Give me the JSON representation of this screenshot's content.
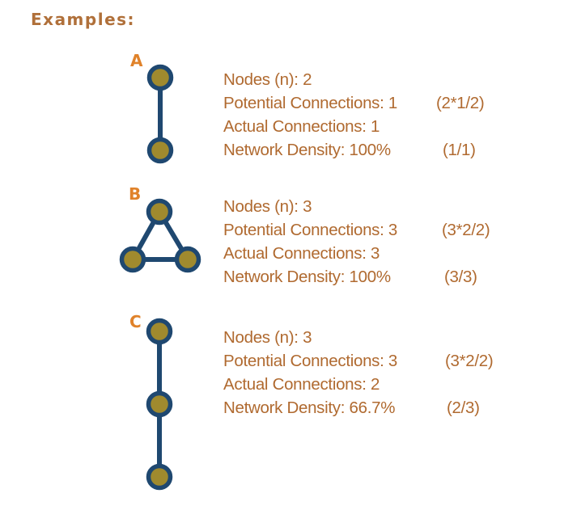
{
  "heading": "Examples:",
  "colors": {
    "heading": "#b0703a",
    "label": "#e0822a",
    "text": "#b06a30",
    "node_fill": "#a08a2e",
    "node_stroke": "#1f4870",
    "edge": "#1f4870"
  },
  "examples": [
    {
      "label": "A",
      "lines": [
        {
          "text": "Nodes (n): 2",
          "calc": ""
        },
        {
          "text": "Potential Connections: 1",
          "calc": "(2*1/2)"
        },
        {
          "text": "Actual Connections: 1",
          "calc": ""
        },
        {
          "text": "Network Density: 100%",
          "calc": "(1/1)"
        }
      ]
    },
    {
      "label": "B",
      "lines": [
        {
          "text": "Nodes (n): 3",
          "calc": ""
        },
        {
          "text": "Potential Connections: 3",
          "calc": "(3*2/2)"
        },
        {
          "text": "Actual Connections: 3",
          "calc": ""
        },
        {
          "text": "Network Density: 100%",
          "calc": "(3/3)"
        }
      ]
    },
    {
      "label": "C",
      "lines": [
        {
          "text": "Nodes (n): 3",
          "calc": ""
        },
        {
          "text": "Potential Connections: 3",
          "calc": "(3*2/2)"
        },
        {
          "text": "Actual Connections: 2",
          "calc": ""
        },
        {
          "text": "Network Density: 66.7%",
          "calc": "(2/3)"
        }
      ]
    }
  ]
}
